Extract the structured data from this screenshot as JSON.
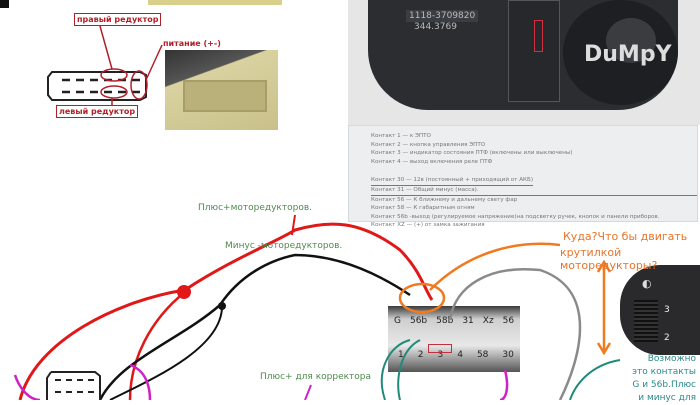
{
  "left_diagram": {
    "right_reducer_label": "правый редуктор",
    "left_reducer_label": "левый редуктор",
    "power_label": "питание (+-)"
  },
  "switch_photo": {
    "part_number": "1118-3709820",
    "part_number_2": "344.3769",
    "watermark": "DuMpY"
  },
  "pinout_notes": [
    "Контакт 1 — к ЭПТО",
    "Контакт 2 — кнопка управления ЭПТО",
    "Контакт 3 — индикатор состояния ПТФ (включены или выключены)",
    "Контакт 4 — выход включения реле ПТФ",
    "Контакт 30 — 12в (постоянный + приходящий от АКБ)",
    "Контакт 31 — Общий минус (масса).",
    "Контакт 56 — К ближнему и дальнему свету фар",
    "Контакт 58 — К габаритным огням",
    "Контакт 56b -выход (регулируемое напряжение)на подсветку ручек, кнопок и панели приборов.",
    "Контакт XZ — (+) от замка зажигания"
  ],
  "annotations": {
    "plus_reducers": "Плюс+моторедукторов.",
    "minus_reducers": "Минус -моторедукторов.",
    "plus_corrector": "Плюс+ для корректора",
    "question_line1": "Куда?Что бы двигать",
    "question_line2": "крутилкой моторедукторы?",
    "maybe_lines": [
      "Возможно",
      "это контакты",
      "G и 56b.Плюс",
      "и минус для"
    ]
  },
  "connector_pins": {
    "top_row": [
      "G",
      "56b",
      "58b",
      "31",
      "Xz",
      "56"
    ],
    "bottom_row": [
      "1",
      "2",
      "3",
      "4",
      "58",
      "30"
    ]
  },
  "knob_marks": [
    "3",
    "2"
  ],
  "colors": {
    "red": "#e01818",
    "black": "#111111",
    "orange": "#f07a20",
    "gray": "#8a8a8a",
    "teal": "#1f8a7a",
    "magenta": "#d020c8"
  }
}
